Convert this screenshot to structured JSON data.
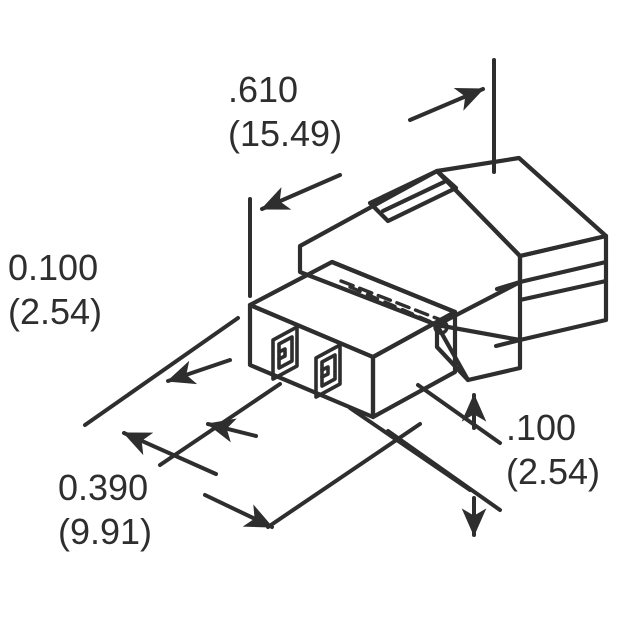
{
  "drawing": {
    "kind": "isometric-dimensional-drawing",
    "subject": "2-position connector housing",
    "line_color": "#2e2e2e",
    "background_color": "#ffffff",
    "units_note": "inches with millimeters in parentheses"
  },
  "dimensions": {
    "overall_length": {
      "name": "length",
      "imperial": ".610",
      "metric": "(15.49)"
    },
    "pitch_left": {
      "name": "contact-pitch",
      "imperial": "0.100",
      "metric": "(2.54)"
    },
    "overall_width": {
      "name": "width",
      "imperial": "0.390",
      "metric": "(9.91)"
    },
    "height_right": {
      "name": "height",
      "imperial": ".100",
      "metric": "(2.54)"
    }
  }
}
